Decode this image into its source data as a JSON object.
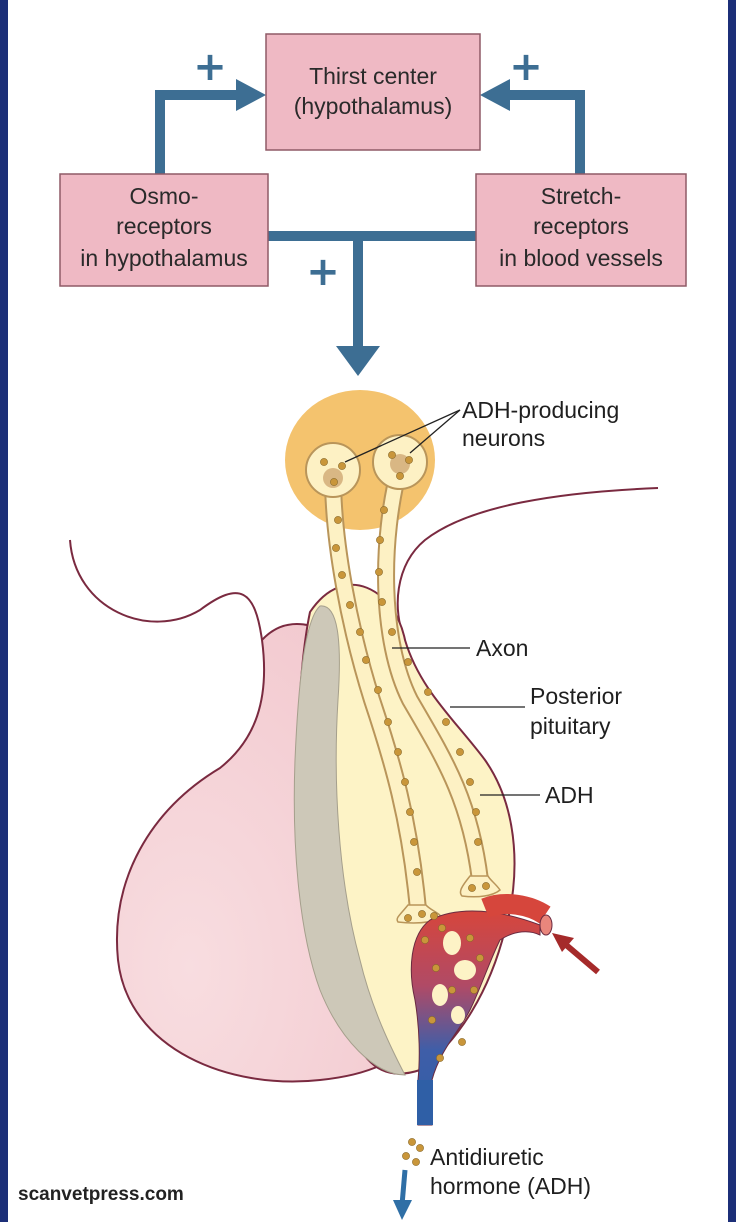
{
  "colors": {
    "background": "#ffffff",
    "side_bar": "#1c2f78",
    "box_fill": "#efb9c4",
    "box_stroke": "#8f5a66",
    "arrow": "#3d6e93",
    "plus": "#3d6e93",
    "hypothalamus": "#f4c36e",
    "pituitary_outer": "#f6dfe1",
    "pituitary_posterior": "#fdf3c6",
    "neuron": "#fdf1c4",
    "granule": "#c9963a",
    "cleft": "#cdc8b8",
    "vessel_arterial": "#d6463c",
    "vessel_venous": "#2f5fa6",
    "outline": "#7a2a40",
    "input_arrow": "#a52a2a"
  },
  "boxes": {
    "thirst": {
      "lines": [
        "Thirst center",
        "(hypothalamus)"
      ]
    },
    "osmo": {
      "lines": [
        "Osmo-",
        "receptors",
        "in hypothalamus"
      ]
    },
    "stretch": {
      "lines": [
        "Stretch-",
        "receptors",
        "in blood vessels"
      ]
    }
  },
  "plus_signs": [
    "+",
    "+",
    "+"
  ],
  "labels": {
    "neurons": [
      "ADH-producing",
      "neurons"
    ],
    "axon": "Axon",
    "posterior": [
      "Posterior",
      "pituitary"
    ],
    "adh": "ADH",
    "hormone": [
      "Antidiuretic",
      "hormone (ADH)"
    ]
  },
  "footer": {
    "credit": "scanvetpress.com"
  }
}
